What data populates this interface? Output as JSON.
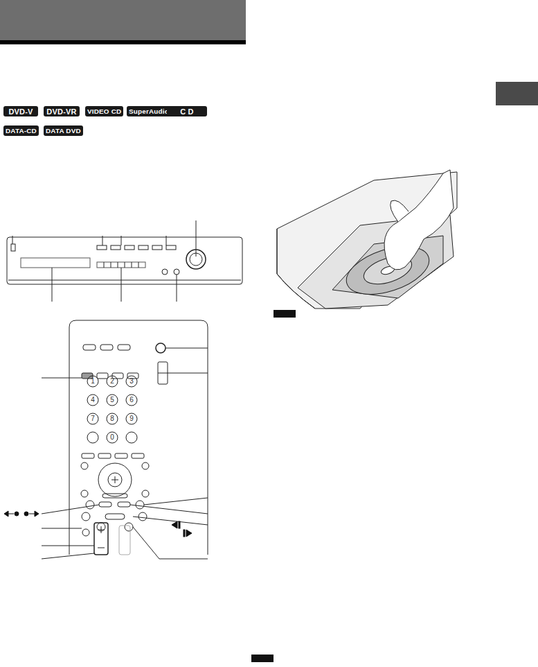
{
  "diagram": {
    "nodes": [
      {
        "text": [
          "DVD-V"
        ]
      },
      {
        "text": [
          "DVD-VR"
        ]
      },
      {
        "text": [
          "VIDEO CD"
        ]
      },
      {
        "text": [
          "SuperAudioCD"
        ]
      },
      {
        "text": [
          "C D"
        ]
      },
      {
        "text": [
          "DATA-CD"
        ]
      },
      {
        "text": [
          "DATA DVD"
        ]
      }
    ],
    "labels": [
      "1",
      "2",
      "3",
      "4",
      "5",
      "6",
      "7",
      "8",
      "9",
      "0"
    ]
  }
}
